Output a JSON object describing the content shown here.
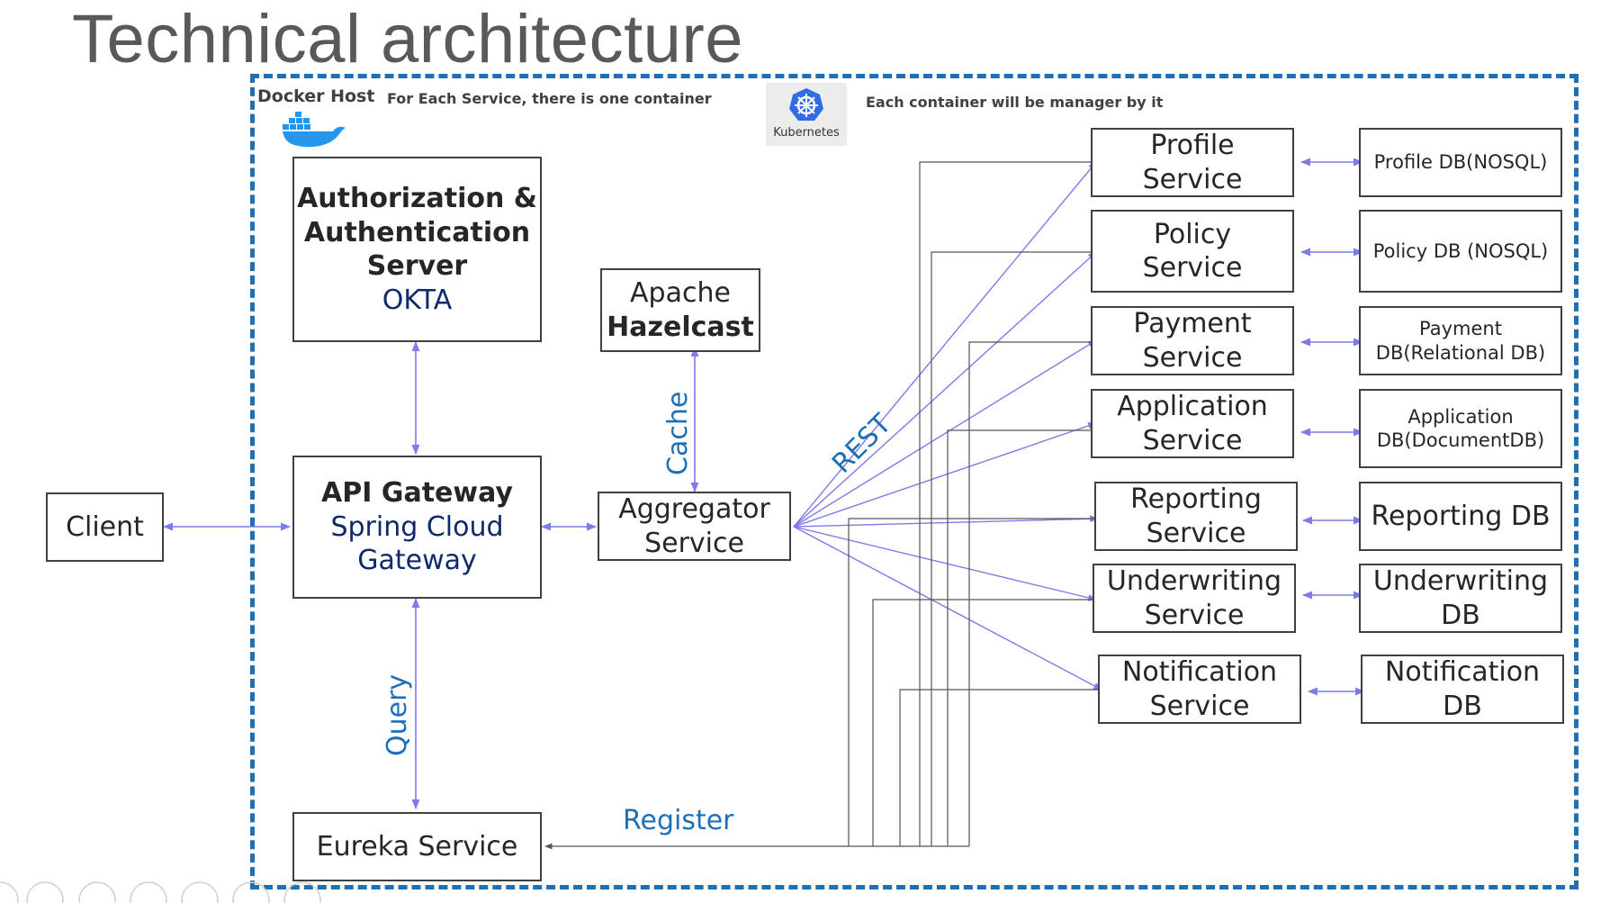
{
  "title": "Technical architecture",
  "docker": {
    "label": "Docker Host",
    "note": "For Each Service, there is one container",
    "icon": "docker-whale-icon"
  },
  "kubernetes": {
    "label": "Kubernetes",
    "note": "Each container will be manager by it",
    "icon": "kubernetes-helm-icon"
  },
  "client": "Client",
  "auth": {
    "line1": "Authorization &",
    "line2": "Authentication",
    "line3": "Server",
    "line4": "OKTA"
  },
  "gateway": {
    "line1": "API Gateway",
    "line2": "Spring Cloud",
    "line3": "Gateway"
  },
  "eureka": "Eureka Service",
  "hazelcast": {
    "line1": "Apache",
    "line2": "Hazelcast"
  },
  "aggregator": {
    "line1": "Aggregator",
    "line2": "Service"
  },
  "edge_labels": {
    "cache": "Cache",
    "query": "Query",
    "rest": "REST",
    "register": "Register"
  },
  "services": [
    {
      "line1": "Profile",
      "line2": "Service",
      "db": [
        "Profile DB(NOSQL)"
      ]
    },
    {
      "line1": "Policy",
      "line2": "Service",
      "db": [
        "Policy DB (NOSQL)"
      ]
    },
    {
      "line1": "Payment",
      "line2": "Service",
      "db": [
        "Payment",
        "DB(Relational DB)"
      ]
    },
    {
      "line1": "Application",
      "line2": "Service",
      "db": [
        "Application",
        "DB(DocumentDB)"
      ]
    },
    {
      "line1": "Reporting",
      "line2": "Service",
      "db": [
        "Reporting DB"
      ]
    },
    {
      "line1": "Underwriting",
      "line2": "Service",
      "db": [
        "Underwriting",
        "DB"
      ]
    },
    {
      "line1": "Notification",
      "line2": "Service",
      "db": [
        "Notification",
        "DB"
      ]
    }
  ],
  "colors": {
    "accent": "#1f6fb5",
    "arrow": "#7b7bea",
    "navy": "#0e2a6b",
    "title": "#595959"
  }
}
